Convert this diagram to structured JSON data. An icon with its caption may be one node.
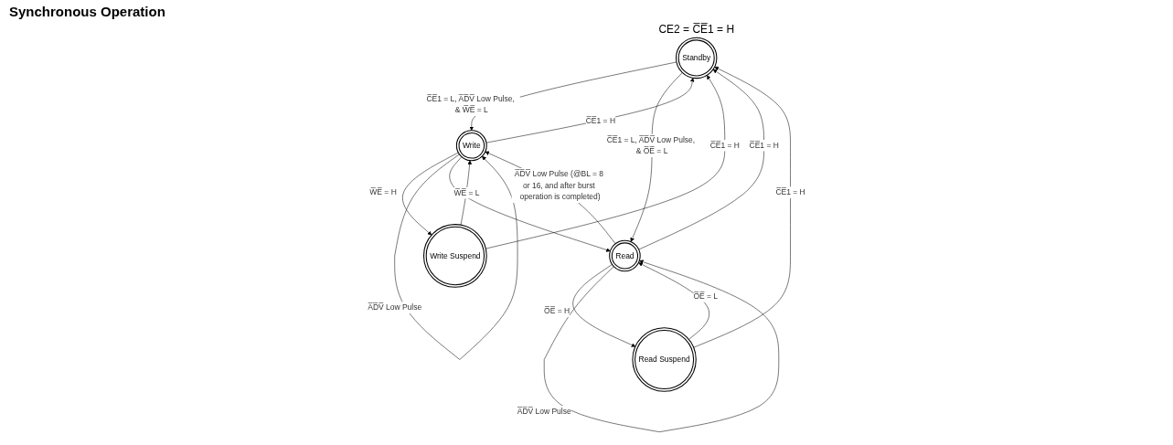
{
  "diagram": {
    "title": "Synchronous Operation",
    "nodes": [
      {
        "text": [
          "Standby"
        ],
        "beside": [
          "CE2 = C̅E̅1 = H"
        ]
      },
      {
        "text": [
          "Write Suspend"
        ]
      },
      {
        "text": [
          "Write"
        ]
      },
      {
        "text": [
          "Read"
        ]
      },
      {
        "text": [
          "Read Suspend"
        ]
      }
    ],
    "edges": [
      {
        "from": 1,
        "to": 0,
        "arrow": "to",
        "label": "C̅E̅1 = H"
      },
      {
        "from": 2,
        "to": 0,
        "arrow": "to",
        "label": "C̅E̅1 = H"
      },
      {
        "from": 0,
        "to": 2,
        "arrow": "to",
        "label": "C̅E̅1 = L, A̅D̅V̅ Low Pulse, & W̅E̅ = L"
      },
      {
        "from": 0,
        "to": 3,
        "arrow": "to",
        "label": "C̅E̅1 = L, A̅D̅V̅ Low Pulse, & O̅E̅ = L"
      },
      {
        "from": 3,
        "to": 0,
        "arrow": "to",
        "label": "C̅E̅1 = H"
      },
      {
        "from": 4,
        "to": 0,
        "arrow": "to",
        "label": "C̅E̅1 = H"
      },
      {
        "from": 1,
        "to": 2,
        "arrow": "to",
        "label": "W̅E̅ = L"
      },
      {
        "from": 2,
        "to": 1,
        "arrow": "to",
        "label": "W̅E̅ = H"
      },
      {
        "from": 3,
        "to": 4,
        "arrow": "to",
        "label": "O̅E̅ = H"
      },
      {
        "from": 4,
        "to": 3,
        "arrow": "to",
        "label": "O̅E̅ = L"
      },
      {
        "from": 2,
        "to": 2,
        "arrow": "to",
        "label": "A̅D̅V̅ Low Pulse"
      },
      {
        "from": 3,
        "to": 3,
        "arrow": "to",
        "label": "A̅D̅V̅ Low Pulse"
      },
      {
        "from": 2,
        "to": 3,
        "arrow": "to"
      },
      {
        "from": 3,
        "to": 2,
        "arrow": "to",
        "label": "A̅D̅V̅ Low Pulse (@BL = 8 or 16, and after burst operation is completed)"
      }
    ]
  }
}
